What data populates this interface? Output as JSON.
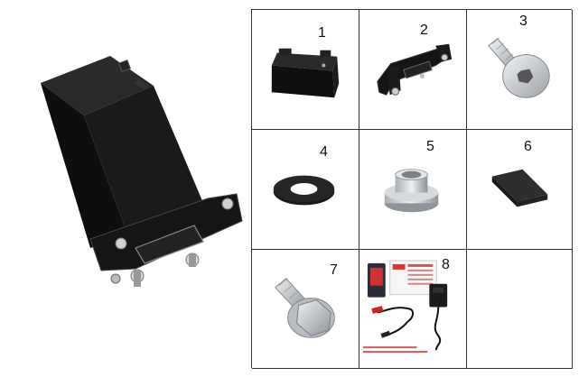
{
  "parts": [
    {
      "number": "1",
      "icon": "battery-icon"
    },
    {
      "number": "2",
      "icon": "mounting-bracket-icon"
    },
    {
      "number": "3",
      "icon": "button-head-screw-icon"
    },
    {
      "number": "4",
      "icon": "flat-washer-icon"
    },
    {
      "number": "5",
      "icon": "flanged-spacer-icon"
    },
    {
      "number": "6",
      "icon": "rubber-pad-icon"
    },
    {
      "number": "7",
      "icon": "hex-flange-bolt-icon"
    },
    {
      "number": "8",
      "icon": "charger-kit-icon"
    }
  ],
  "empty_cell": "",
  "colors": {
    "border": "#333333",
    "label_red": "#bb2222",
    "battery": "#111111",
    "metal": "#c8ccd0"
  }
}
